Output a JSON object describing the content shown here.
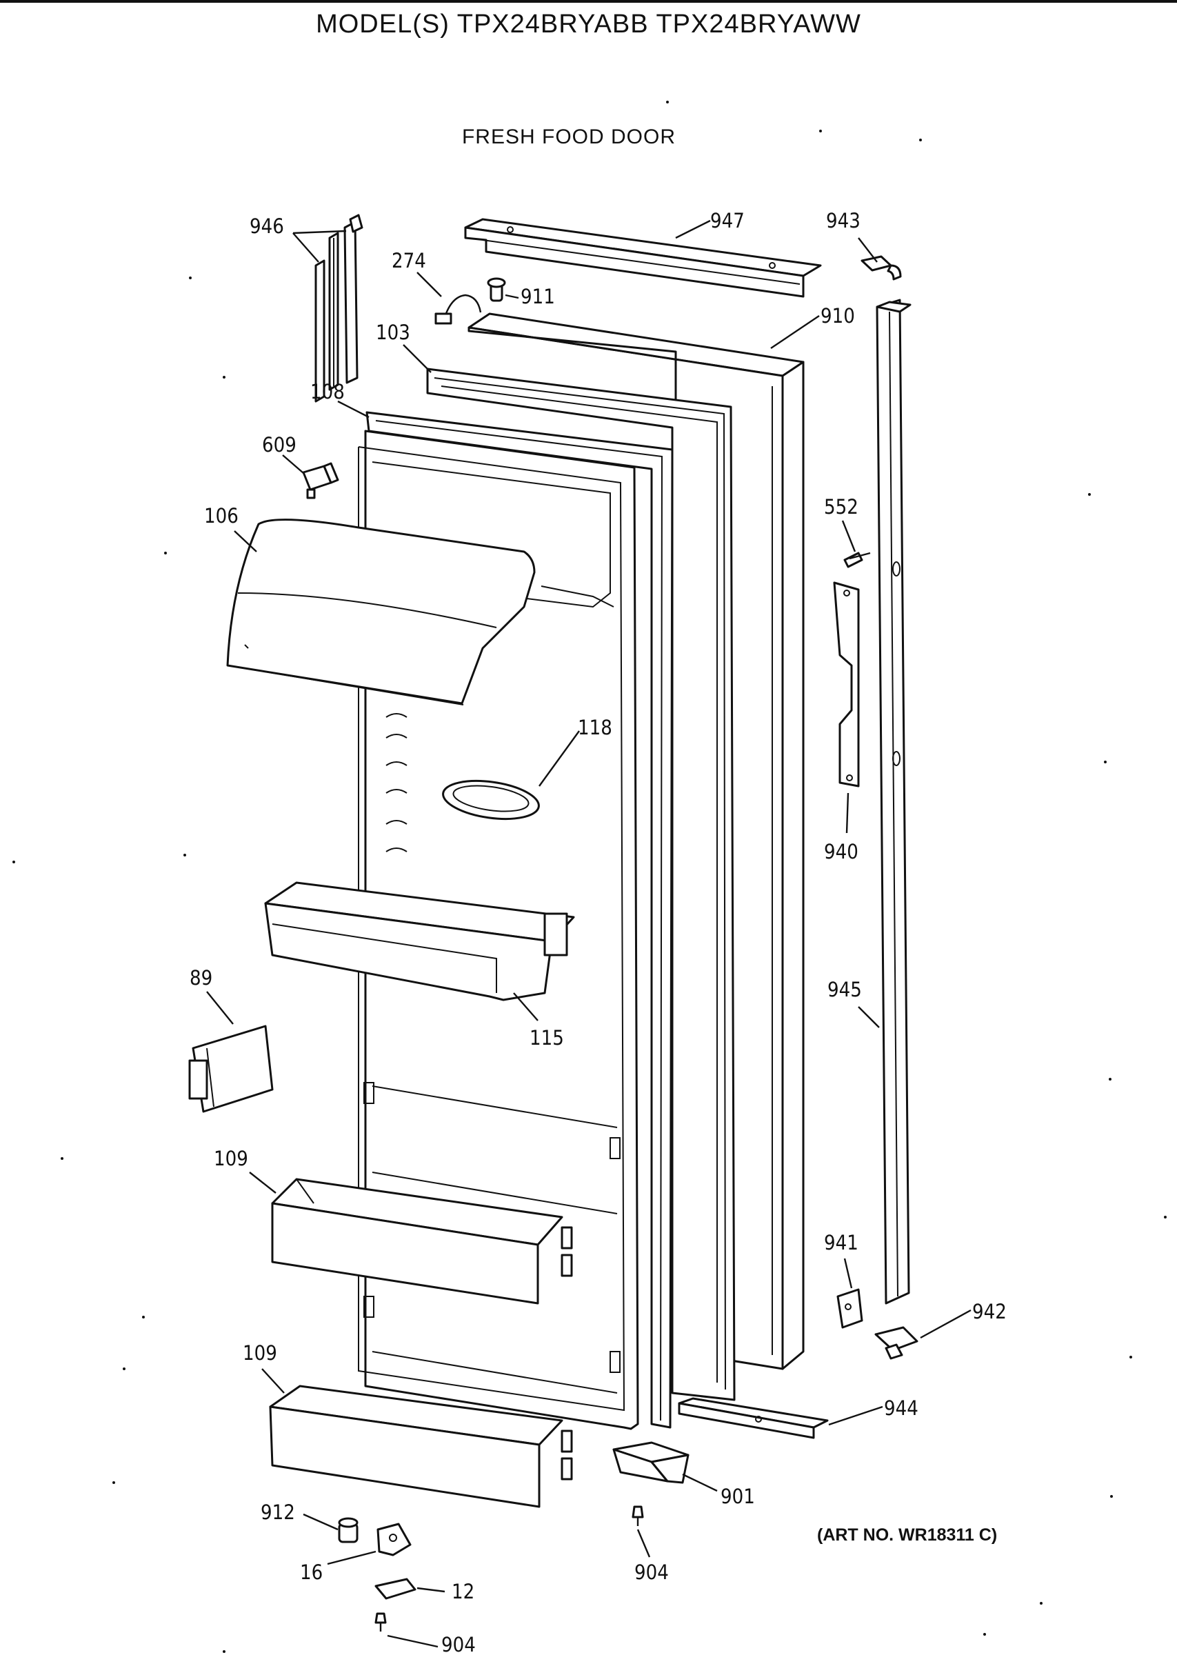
{
  "header": {
    "model_title": "MODEL(S) TPX24BRYABB  TPX24BRYAWW",
    "section_title": "FRESH FOOD DOOR"
  },
  "footer": {
    "art_no": "(ART NO. WR18311 C)"
  },
  "callouts": {
    "p946": "946",
    "p274": "274",
    "p911": "911",
    "p947": "947",
    "p943": "943",
    "p910": "910",
    "p103": "103",
    "p108": "108",
    "p609": "609",
    "p552": "552",
    "p106": "106",
    "p118": "118",
    "p940": "940",
    "p945": "945",
    "p89": "89",
    "p115": "115",
    "p109a": "109",
    "p941": "941",
    "p942": "942",
    "p109b": "109",
    "p944": "944",
    "p901": "901",
    "p912": "912",
    "p16": "16",
    "p904a": "904",
    "p12": "12",
    "p904b": "904"
  }
}
